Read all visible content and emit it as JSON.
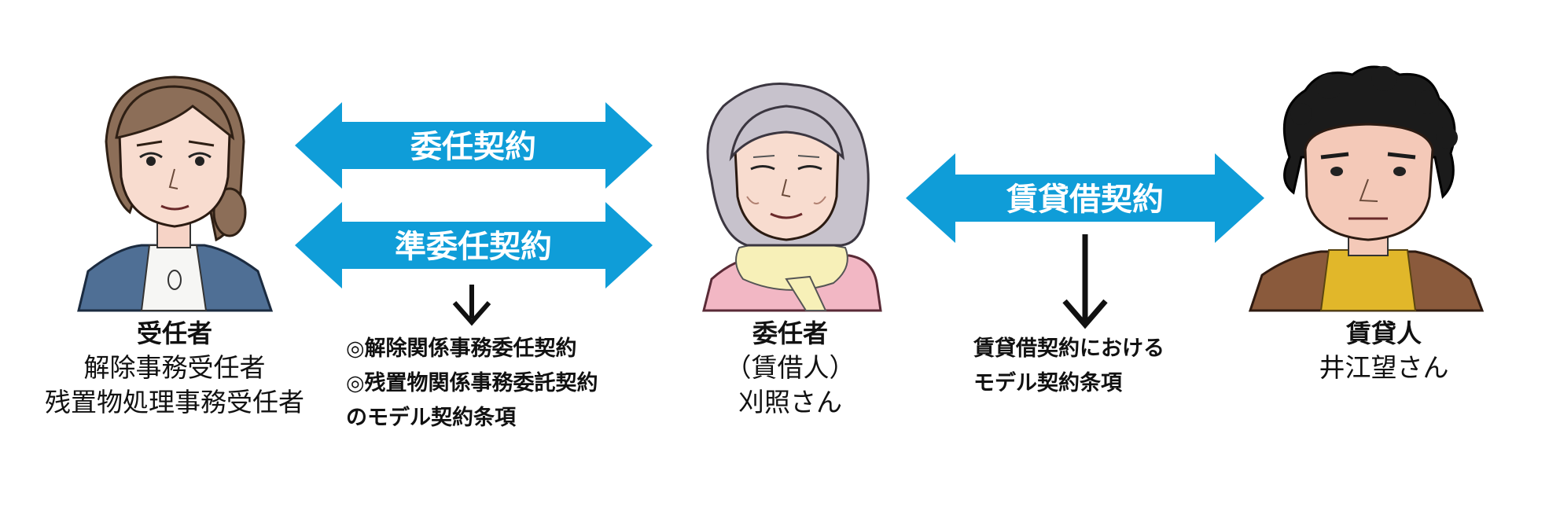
{
  "colors": {
    "arrow": "#0f9dd8",
    "text": "#111111",
    "background": "#ffffff"
  },
  "arrows": {
    "left_top": "委任契約",
    "left_bottom": "準委任契約",
    "right": "賃貸借契約"
  },
  "left_person": {
    "title": "受任者",
    "lines": [
      "解除事務受任者",
      "残置物処理事務受任者"
    ]
  },
  "center_person": {
    "title": "委任者",
    "lines": [
      "（賃借人）",
      "刈照さん"
    ]
  },
  "right_person": {
    "title": "賃貸人",
    "lines": [
      "井江望さん"
    ]
  },
  "left_terms": {
    "lines": [
      "◎解除関係事務委任契約",
      "◎残置物関係事務委託契約",
      "のモデル契約条項"
    ]
  },
  "right_terms": {
    "lines": [
      "賃貸借契約における",
      "モデル契約条項"
    ]
  },
  "illustrations": {
    "left": "woman-with-brown-hair-in-blue-cardigan",
    "center": "elderly-woman-with-grey-hair-and-scarf",
    "right": "man-with-curly-black-hair-in-brown-jacket"
  }
}
